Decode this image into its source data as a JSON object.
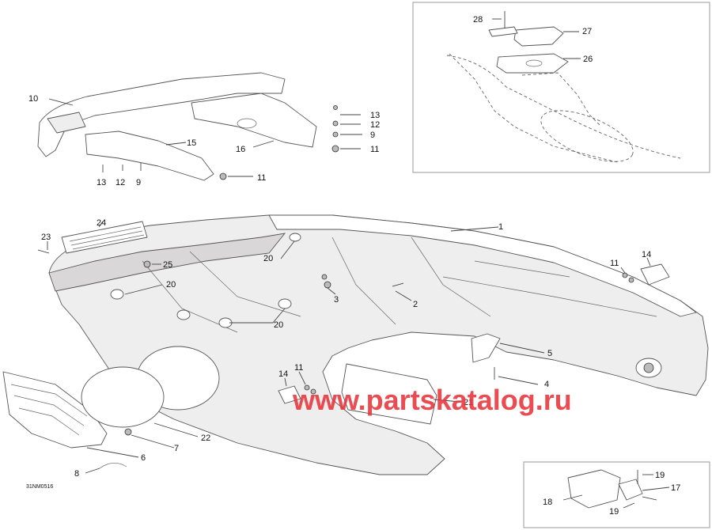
{
  "callouts": {
    "c1": "1",
    "c2": "2",
    "c3": "3",
    "c4": "4",
    "c5": "5",
    "c6": "6",
    "c7": "7",
    "c8": "8",
    "c9a": "9",
    "c9b": "9",
    "c10": "10",
    "c11a": "11",
    "c11b": "11",
    "c11c": "11",
    "c11d": "11",
    "c12a": "12",
    "c12b": "12",
    "c13a": "13",
    "c13b": "13",
    "c14a": "14",
    "c14b": "14",
    "c15": "15",
    "c16": "16",
    "c17": "17",
    "c18": "18",
    "c19a": "19",
    "c19b": "19",
    "c20a": "20",
    "c20b": "20",
    "c20c": "20",
    "c21": "21",
    "c22": "22",
    "c23": "23",
    "c24": "24",
    "c25": "25",
    "c26": "26",
    "c27": "27",
    "c28": "28"
  },
  "drawing_code": "31NM0516",
  "watermark": "www.partskatalog.ru",
  "colors": {
    "watermark": "#e8333a",
    "line": "#555555",
    "part_fill": "#efeeee",
    "inset_border": "#9a9a9a"
  }
}
